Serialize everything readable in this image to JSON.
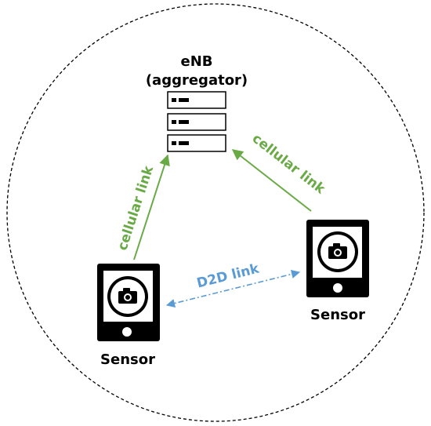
{
  "enb": {
    "name": "eNB",
    "role": "(aggregator)",
    "icon": "server-stack-icon"
  },
  "sensors": [
    {
      "label": "Sensor",
      "icon": "smartphone-camera-icon"
    },
    {
      "label": "Sensor",
      "icon": "smartphone-camera-icon"
    }
  ],
  "links": {
    "left_cellular": "cellular link",
    "right_cellular": "cellular link",
    "d2d": "D2D link"
  },
  "colors": {
    "cellular": "#6aaa46",
    "d2d": "#5b9bd5",
    "outline": "#000000"
  }
}
